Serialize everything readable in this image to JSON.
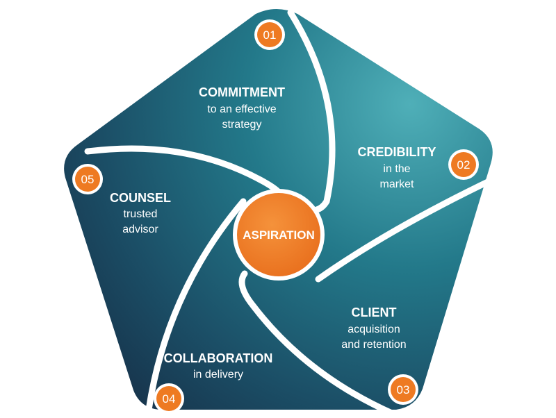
{
  "diagram": {
    "center": {
      "label": "ASPIRATION"
    },
    "segments": [
      {
        "number": "01",
        "title": "COMMITMENT",
        "lines": [
          "to an effective",
          "strategy"
        ]
      },
      {
        "number": "02",
        "title": "CREDIBILITY",
        "lines": [
          "in the",
          "market"
        ]
      },
      {
        "number": "03",
        "title": "CLIENT",
        "lines": [
          "acquisition",
          "and retention"
        ]
      },
      {
        "number": "04",
        "title": "COLLABORATION",
        "lines": [
          "in delivery"
        ]
      },
      {
        "number": "05",
        "title": "COUNSEL",
        "lines": [
          "trusted",
          "advisor"
        ]
      }
    ]
  },
  "colors": {
    "accent": "#EE7A22",
    "teal_light": "#4FAFB8",
    "teal_mid": "#1F6E80",
    "navy": "#17324A",
    "divider": "#FFFFFF"
  }
}
